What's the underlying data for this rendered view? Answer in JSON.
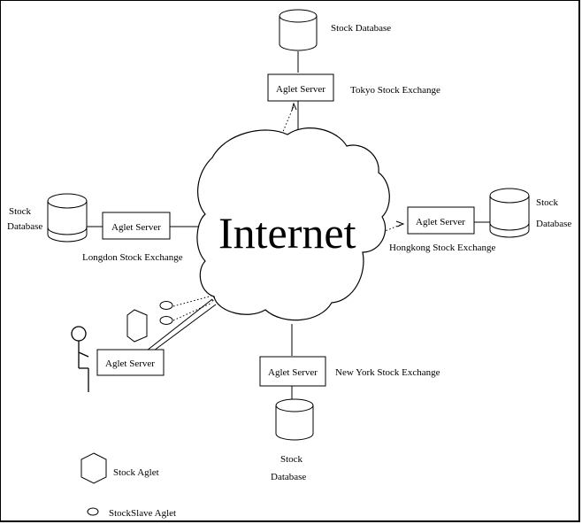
{
  "cloud_label": "Internet",
  "servers": {
    "tokyo": "Aglet Server",
    "london": "Aglet Server",
    "hongkong": "Aglet Server",
    "newyork": "Aglet Server",
    "user": "Aglet Server"
  },
  "exchanges": {
    "tokyo": "Tokyo Stock Exchange",
    "london": "Longdon Stock Exchange",
    "hongkong": "Hongkong Stock Exchange",
    "newyork": "New York Stock Exchange"
  },
  "databases": {
    "tokyo": [
      "Stock Database"
    ],
    "london": [
      "Stock",
      "Database"
    ],
    "hongkong": [
      "Stock",
      "Database"
    ],
    "newyork": [
      "Stock",
      "Database"
    ]
  },
  "legend": {
    "stock_aglet": "Stock Aglet",
    "stockslave_aglet": "StockSlave Aglet"
  }
}
